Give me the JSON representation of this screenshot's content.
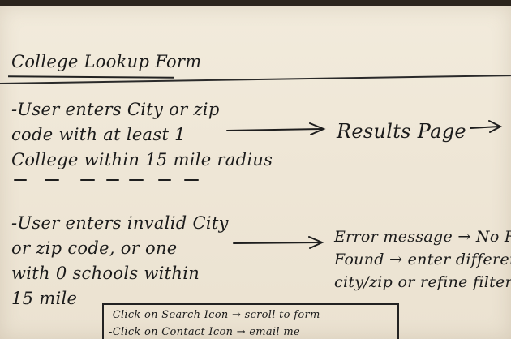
{
  "title": "College Lookup Form",
  "scenario_valid": {
    "lines": [
      "-User enters City or zip",
      "code with at least 1",
      "College within 15 mile radius"
    ]
  },
  "results_label": "Results Page",
  "scenario_invalid": {
    "lines": [
      "-User enters invalid City",
      "or zip code, or one",
      "with 0 schools within",
      "15 mile"
    ]
  },
  "error_text": {
    "lines": [
      "Error message → No Re",
      "Found → enter different",
      "city/zip or refine filter"
    ]
  },
  "notes_box": {
    "lines": [
      "-Click on Search Icon → scroll to form",
      "-Click on Contact Icon → email me"
    ]
  }
}
